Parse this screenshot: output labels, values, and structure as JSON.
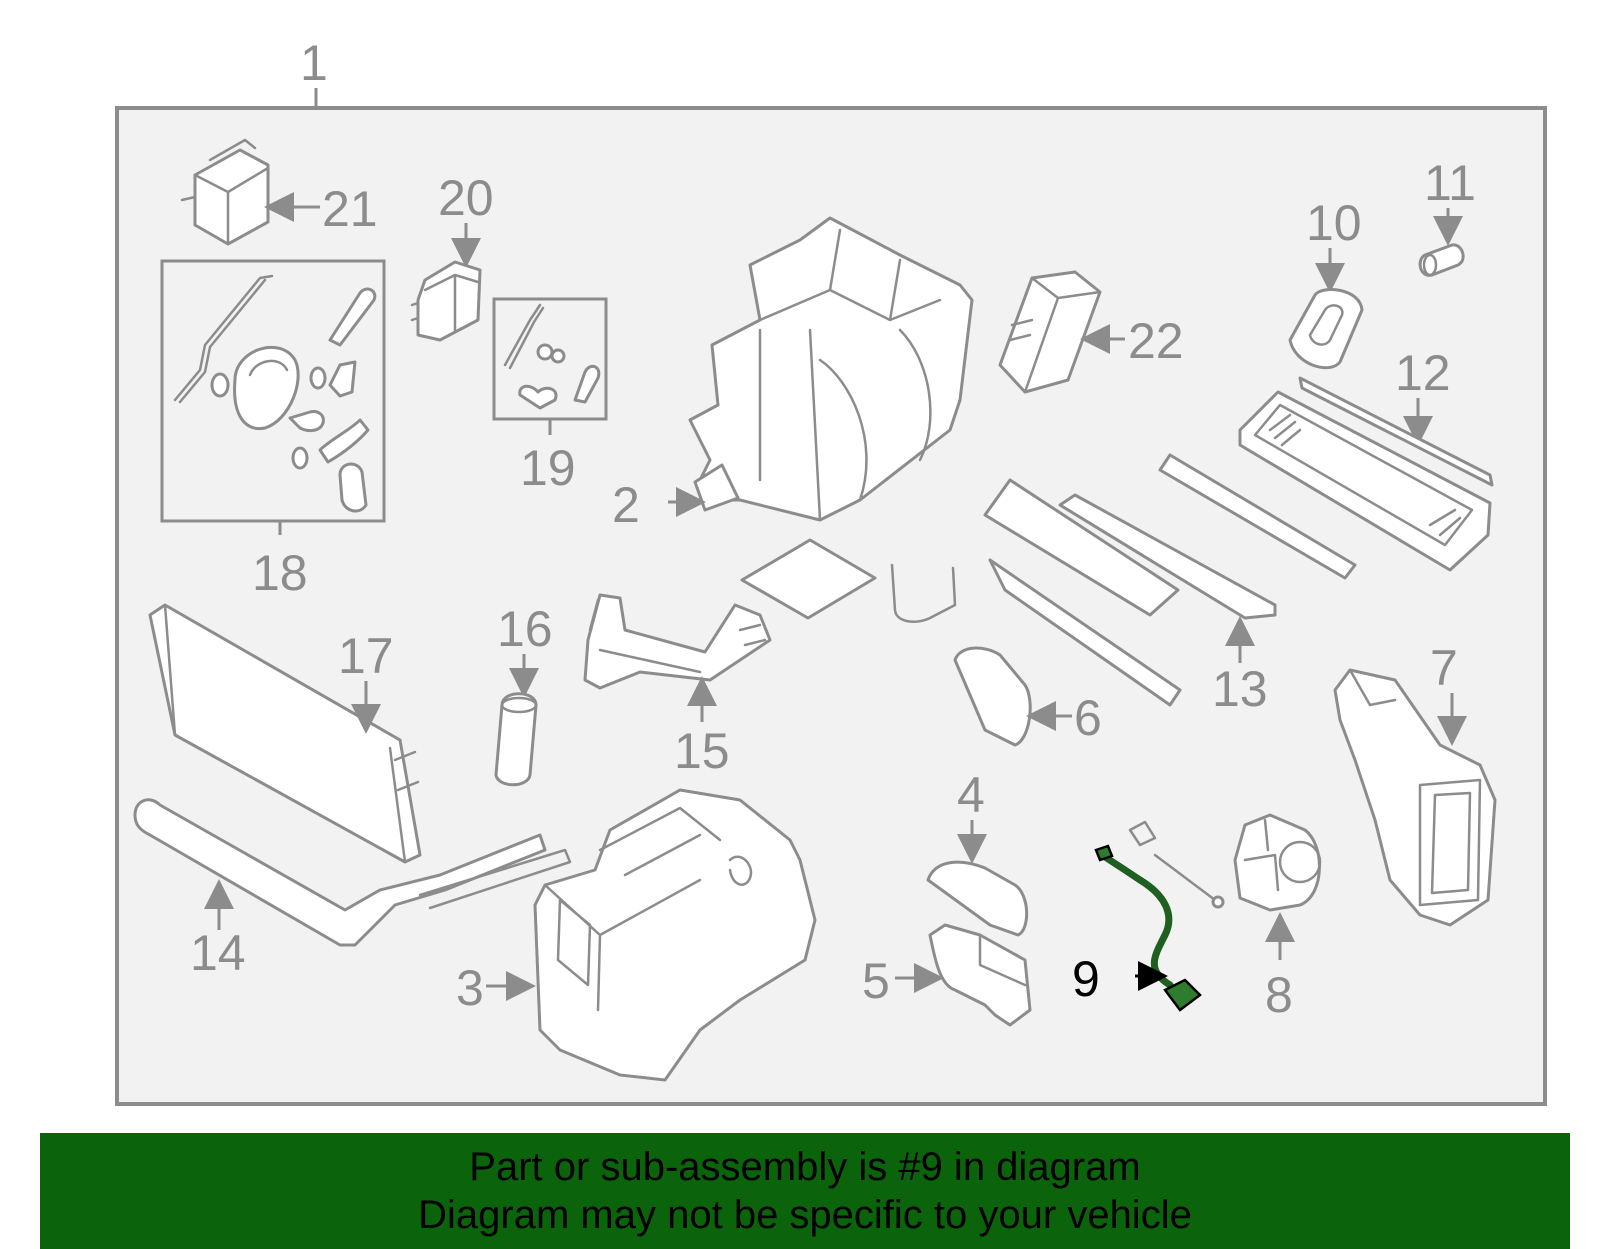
{
  "callouts": {
    "c1": "1",
    "c2": "2",
    "c3": "3",
    "c4": "4",
    "c5": "5",
    "c6": "6",
    "c7": "7",
    "c8": "8",
    "c9": "9",
    "c10": "10",
    "c11": "11",
    "c12": "12",
    "c13": "13",
    "c14": "14",
    "c15": "15",
    "c16": "16",
    "c17": "17",
    "c18": "18",
    "c19": "19",
    "c20": "20",
    "c21": "21",
    "c22": "22"
  },
  "highlight": {
    "part_number": "9",
    "color": "#0b640b"
  },
  "banner": {
    "line1": "Part or sub-assembly is #9 in diagram",
    "line2": "Diagram may not be specific to your vehicle"
  }
}
